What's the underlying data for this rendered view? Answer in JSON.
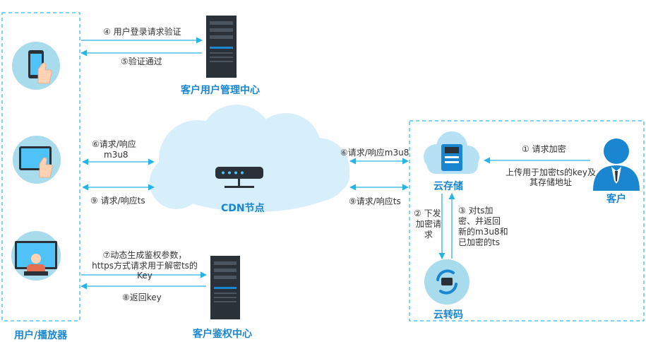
{
  "colors": {
    "accent": "#1a86d0",
    "arrow": "#26b3e8",
    "dash_border": "#29b6f6",
    "cloud": "#d7eefb",
    "icon_circle": "#a8dced",
    "server_dark": "#2b3139"
  },
  "nodes": {
    "user_player": "用户/播放器",
    "user_mgmt": "客户用户管理中心",
    "cdn": "CDN节点",
    "cloud_storage": "云存储",
    "customer": "客户",
    "transcode": "云转码",
    "auth_center": "客户鉴权中心"
  },
  "steps": {
    "s1": "① 请求加密",
    "s1_detail_1": "上传用于加密ts的key及",
    "s1_detail_2": "其存储地址",
    "s2_1": "② 下发",
    "s2_2": "加密请",
    "s2_3": "求",
    "s3_1": "③ 对ts加",
    "s3_2": "密、并返回",
    "s3_3": "新的m3u8和",
    "s3_4": "已加密的ts",
    "s4": "④ 用户登录请求验证",
    "s5": "⑤验证通过",
    "s6_left_1": "⑥请求/响应",
    "s6_left_2": "m3u8",
    "s6_right": "⑥请求/响应m3u8",
    "s9_left": "⑨ 请求/响应ts",
    "s9_right": "⑨请求/响应ts",
    "s7_1": "⑦动态生成鉴权参数，",
    "s7_2": "https方式请求用于解密ts的",
    "s7_3": "Key",
    "s8": "⑧返回key"
  }
}
